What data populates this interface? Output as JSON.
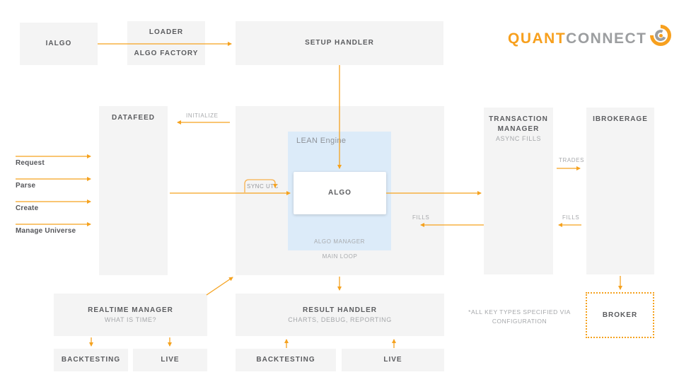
{
  "logo": {
    "brand_primary": "QUANT",
    "brand_secondary": "CONNECT"
  },
  "colors": {
    "accent_orange": "#f5a21f",
    "box_bg": "#f4f4f4",
    "lean_panel_blue": "#dcebf9",
    "title_gray": "#5b5c5f",
    "subtitle_gray": "#a5a7aa"
  },
  "nodes": {
    "ialgo": {
      "title": "IALGO"
    },
    "loader": {
      "line1": "LOADER",
      "line2": "ALGO FACTORY"
    },
    "setup_handler": {
      "title": "SETUP HANDLER"
    },
    "datafeed": {
      "title": "DATAFEED"
    },
    "lean_engine": {
      "title": "LEAN Engine",
      "algo": "ALGO",
      "algo_manager": "ALGO MANAGER",
      "main_loop": "MAIN LOOP"
    },
    "transaction_manager": {
      "title_line1": "TRANSACTION",
      "title_line2": "MANAGER",
      "subtitle": "ASYNC FILLS"
    },
    "ibrokerage": {
      "title": "IBROKERAGE"
    },
    "realtime_manager": {
      "title": "REALTIME MANAGER",
      "subtitle": "WHAT IS TIME?"
    },
    "realtime_backtesting": {
      "title": "BACKTESTING"
    },
    "realtime_live": {
      "title": "LIVE"
    },
    "result_handler": {
      "title": "RESULT HANDLER",
      "subtitle": "CHARTS, DEBUG, REPORTING"
    },
    "result_backtesting": {
      "title": "BACKTESTING"
    },
    "result_live": {
      "title": "LIVE"
    },
    "broker": {
      "title": "BROKER"
    }
  },
  "labels": {
    "initialize": "INITIALIZE",
    "request": "Request",
    "parse": "Parse",
    "create": "Create",
    "manage_universe": "Manage Universe",
    "sync_utc": "SYNC UTC",
    "fills_engine": "FILLS",
    "trades": "TRADES",
    "fills_broker": "FILLS",
    "note_line1": "*ALL KEY TYPES SPECIFIED VIA",
    "note_line2": "CONFIGURATION"
  }
}
